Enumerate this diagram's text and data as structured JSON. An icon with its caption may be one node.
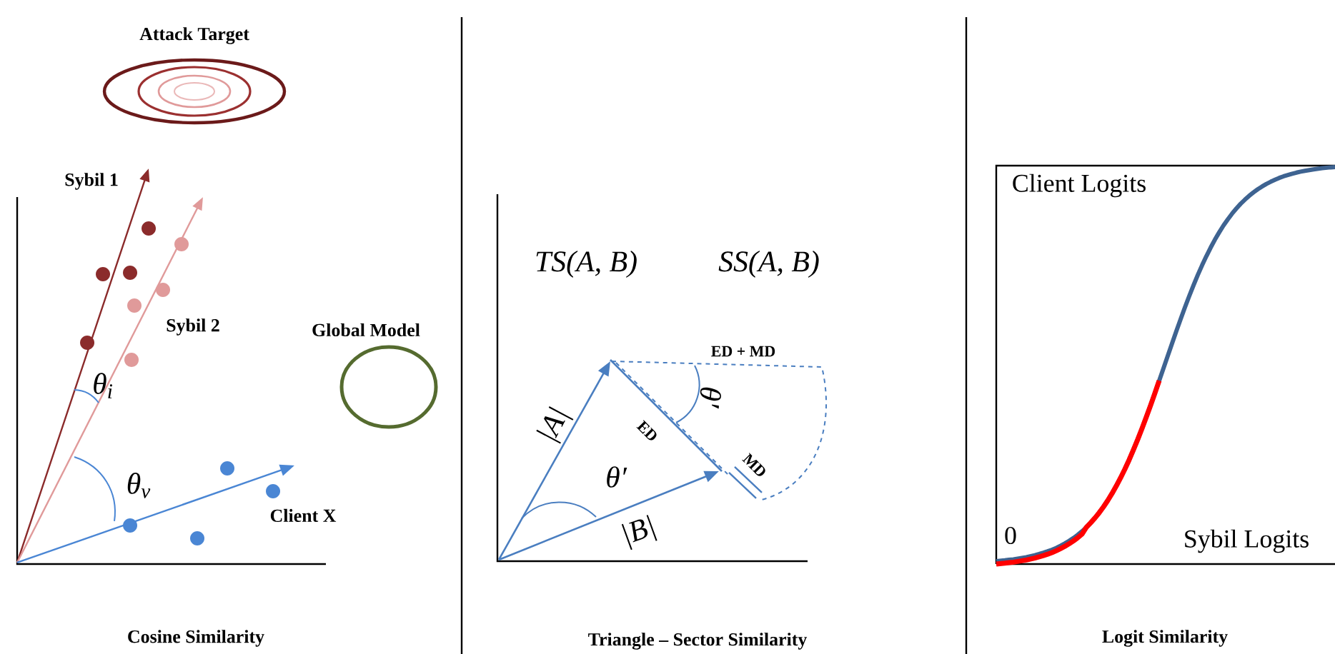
{
  "diagram": {
    "nodes": [
      {
        "text": [
          "Attack Target"
        ]
      },
      {
        "text": [
          "Global Model"
        ]
      }
    ],
    "labels": [
      "Sybil 1",
      "Sybil 2",
      "θ$_{i}$",
      "θ$_{v}$",
      "Client X",
      "Cosine Similarity",
      "TS(A, B)",
      "SS(A, B)",
      "ED + MD",
      "θ′",
      "|A|",
      "ED",
      "θ′",
      "MD",
      "|B|",
      "Triangle – Sector Similarity",
      "Client Logits",
      "0",
      "Sybil Logits",
      "Logit Similarity"
    ]
  }
}
